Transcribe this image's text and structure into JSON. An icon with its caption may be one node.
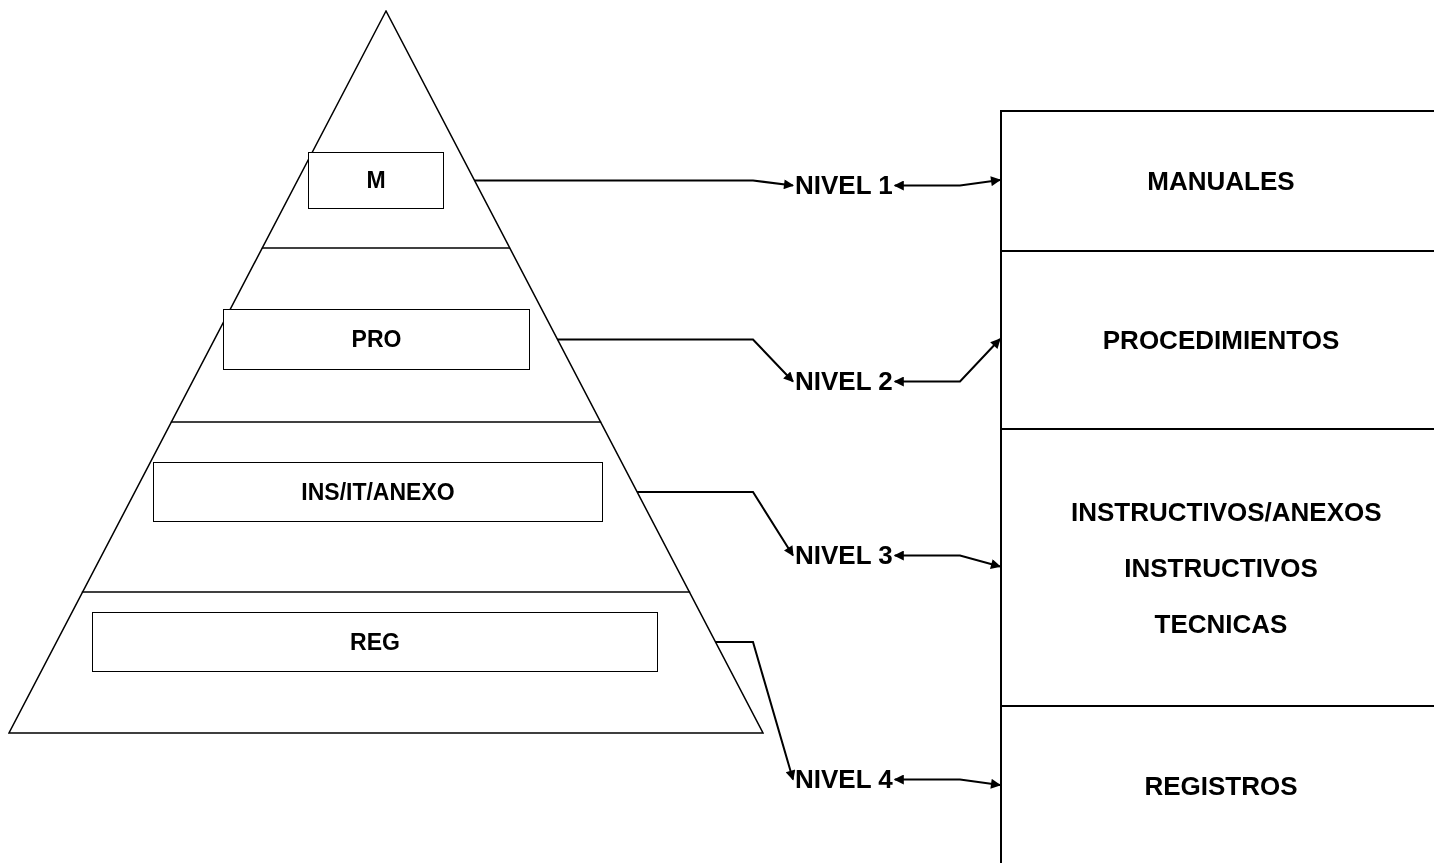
{
  "diagram": {
    "nodes": [
      {
        "text": [],
        "shape": "triangle"
      },
      {
        "text": [
          "M"
        ],
        "in": 0
      },
      {
        "text": [
          "PRO"
        ],
        "in": 0
      },
      {
        "text": [
          "INS/IT/ANEXO"
        ],
        "in": 0
      },
      {
        "text": [
          "REG"
        ],
        "in": 0
      },
      {
        "text": [
          "NIVEL 1"
        ]
      },
      {
        "text": [
          "NIVEL 2"
        ]
      },
      {
        "text": [
          "NIVEL 3"
        ]
      },
      {
        "text": [
          "NIVEL 4"
        ]
      },
      {
        "text": [
          "MANUALES"
        ]
      },
      {
        "text": [
          "PROCEDIMIENTOS"
        ]
      },
      {
        "text": [
          "INSTRUCTIVOS/ANEXOS INSTRUCTIVOS TECNICAS"
        ]
      },
      {
        "text": [
          "REGISTROS"
        ]
      }
    ],
    "edges": [
      {
        "from": 1,
        "to": 5,
        "arrow": "both"
      },
      {
        "from": 2,
        "to": 6,
        "arrow": "both"
      },
      {
        "from": 3,
        "to": 7,
        "arrow": "both"
      },
      {
        "from": 4,
        "to": 8,
        "arrow": "both"
      },
      {
        "from": 5,
        "to": 9,
        "arrow": "both"
      },
      {
        "from": 6,
        "to": 10,
        "arrow": "both"
      },
      {
        "from": 7,
        "to": 11,
        "arrow": "both"
      },
      {
        "from": 8,
        "to": 12,
        "arrow": "both"
      }
    ]
  }
}
